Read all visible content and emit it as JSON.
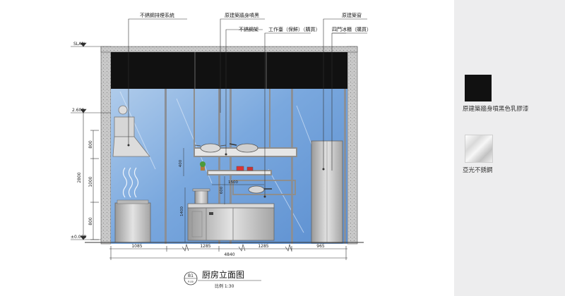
{
  "annotations": {
    "hood_system": "不銹鋼排煙系統",
    "wall_black": "原建築牆身噴黑",
    "steel_shelf": "不銹鋼架",
    "existing_window": "原建築窗",
    "worktable": "工作臺（保鮮）（購買）",
    "fridge": "四門冰櫃（購買）"
  },
  "levels": {
    "slab": "SLAN",
    "mid": "2.600",
    "floor": "±0.000"
  },
  "dims": {
    "left_total": "2800",
    "left_top": "800",
    "left_mid": "1000",
    "left_bottom": "800",
    "shelf_h": "400",
    "counter_h": "1400",
    "pan_h": "600",
    "shelf_w": "1500",
    "b1": "1085",
    "b2": "1285",
    "b3": "1285",
    "b4": "965",
    "total": "4840"
  },
  "title": {
    "name": "厨房立面图",
    "scale": "比例 1:30",
    "badge_top": "B1",
    "badge_bottom": "P-00"
  },
  "legend": {
    "black_label": "原建築牆身噴黑色乳膠漆",
    "steel_label": "亞光不銹鋼",
    "black_color": "#111111"
  }
}
